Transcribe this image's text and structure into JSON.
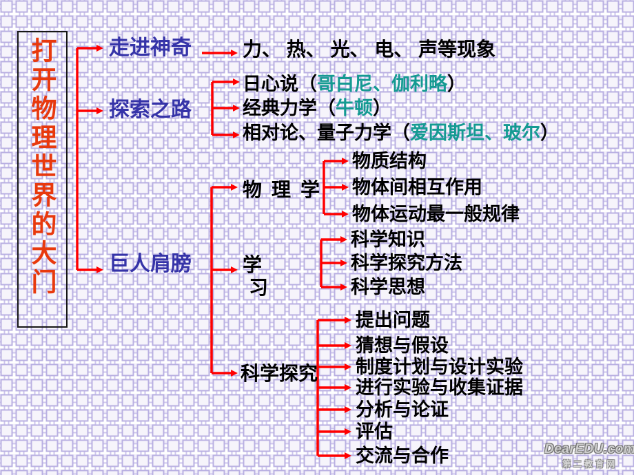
{
  "title_box": {
    "vertical_title": "打开物理世界的大门"
  },
  "branches": {
    "enter_magic": {
      "label": "走进神奇"
    },
    "exploration_road": {
      "label": "探索之路"
    },
    "giants_shoulders": {
      "label": "巨人肩膀"
    }
  },
  "enter_magic_content": {
    "phenomena": "力、 热、 光、 电、 声等现象"
  },
  "exploration_content": {
    "rows": [
      {
        "theory": "日心说（",
        "scientists": "哥白尼、伽利略",
        "close": "）"
      },
      {
        "theory": "经典力学（",
        "scientists": "牛顿",
        "close": "）"
      },
      {
        "theory": "相对论、量子力学（",
        "scientists": "爱因斯坦、玻尔",
        "close": "）"
      }
    ]
  },
  "giants_content": {
    "physics": {
      "label": "物理学",
      "items": [
        "物质结构",
        "物体间相互作用",
        "物体运动最一般规律"
      ]
    },
    "learning": {
      "label_line1": "学",
      "label_line2": "习",
      "items": [
        "科学知识",
        "科学探究方法",
        "科学思想"
      ]
    },
    "inquiry": {
      "label": "科学探究",
      "items": [
        "提出问题",
        "猜想与假设",
        "制度计划与设计实验",
        "进行实验与收集证据",
        "分析与论证",
        "评估",
        "交流与合作"
      ]
    }
  },
  "watermark": {
    "brand": "DearEDU.com",
    "site_name": "第二教育网"
  },
  "colors": {
    "connector": "#ff0000",
    "branch_text": "#3533a8",
    "content_text": "#000000",
    "scientist_text": "#149a92",
    "title_text": "#e8390d",
    "pattern": "#b9b0e2"
  }
}
